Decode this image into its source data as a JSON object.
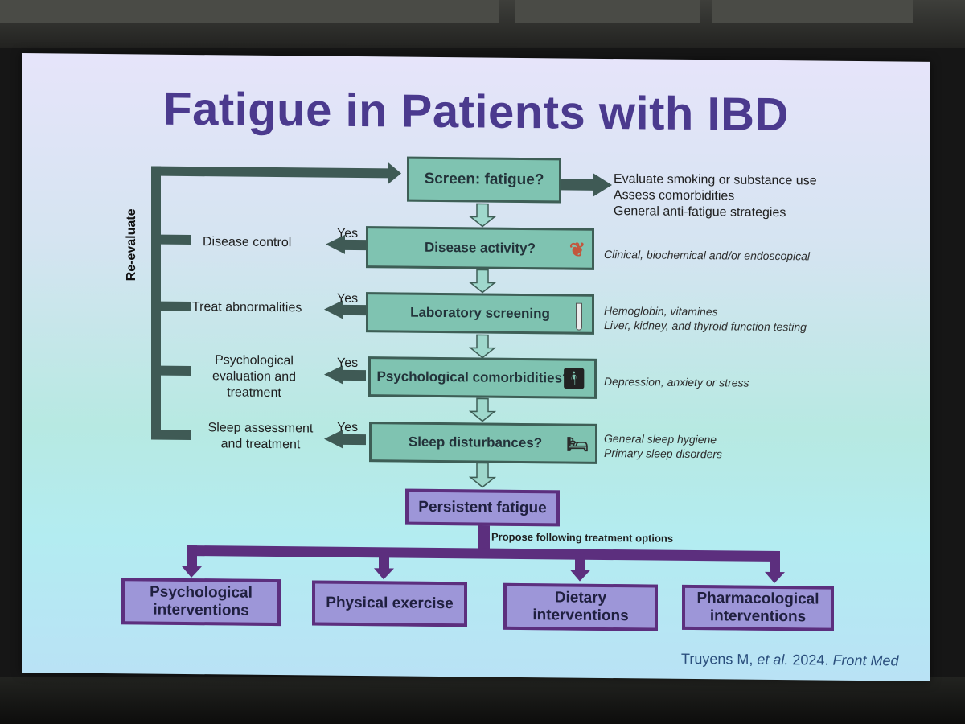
{
  "slide": {
    "title": "Fatigue in Patients with IBD",
    "citation": {
      "part1": "Truyens M, ",
      "part2": "et al.",
      "part3": " 2024. ",
      "part4": "Front Med"
    }
  },
  "flow": {
    "screen": "Screen: fatigue?",
    "screen_note": [
      "Evaluate smoking or substance use",
      "Assess comorbidities",
      "General anti-fatigue strategies"
    ],
    "reevaluate": "Re-evaluate",
    "yes_label": "Yes",
    "steps": [
      {
        "label": "Disease activity?",
        "icon": "intestine-icon",
        "action": "Disease control",
        "note": [
          "Clinical, biochemical and/or endoscopical"
        ]
      },
      {
        "label": "Laboratory screening",
        "icon": "test-tube-icon",
        "action": "Treat abnormalities",
        "note": [
          "Hemoglobin, vitamines",
          "Liver, kidney, and thyroid function testing"
        ]
      },
      {
        "label": "Psychological comorbidities?",
        "icon": "stressed-person-icon",
        "action": "Psychological evaluation and treatment",
        "note": [
          "Depression, anxiety or stress"
        ]
      },
      {
        "label": "Sleep disturbances?",
        "icon": "bed-icon",
        "action": "Sleep assessment and treatment",
        "note": [
          "General sleep hygiene",
          "Primary sleep disorders"
        ]
      }
    ],
    "persistent": "Persistent fatigue",
    "propose": "Propose following treatment options",
    "treatments": [
      {
        "line1": "Psychological",
        "line2": "interventions"
      },
      {
        "line1": "Physical exercise",
        "line2": ""
      },
      {
        "line1": "Dietary",
        "line2": "interventions"
      },
      {
        "line1": "Pharmacological",
        "line2": "interventions"
      }
    ]
  },
  "colors": {
    "title": "#4b3a8e",
    "green_box": "#7fc3b1",
    "purple_box": "#9d96d8",
    "dark_arrow": "#3f5a55",
    "purple_line": "#5c2f7e"
  }
}
